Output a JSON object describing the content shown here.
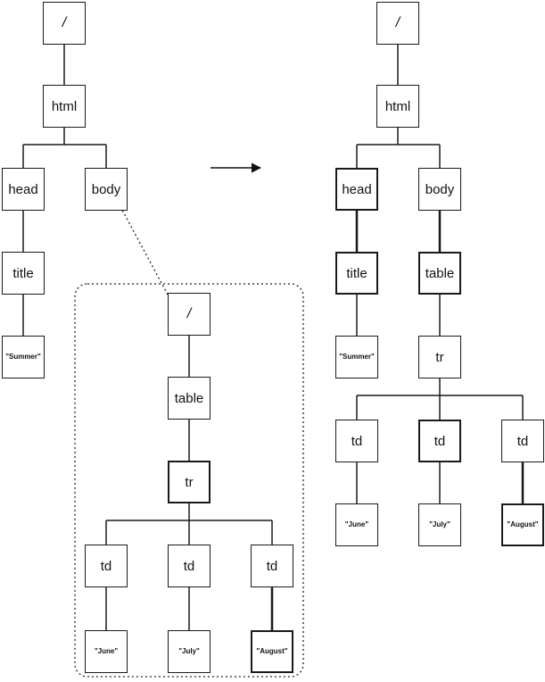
{
  "left_tree": {
    "root": "/",
    "html": "html",
    "head": "head",
    "body": "body",
    "title": "title",
    "summer": "\"Summer\""
  },
  "fragment_tree": {
    "root": "/",
    "table": "table",
    "tr": "tr",
    "td1": "td",
    "td2": "td",
    "td3": "td",
    "june": "\"June\"",
    "july": "\"July\"",
    "august": "\"August\""
  },
  "right_tree": {
    "root": "/",
    "html": "html",
    "head": "head",
    "body": "body",
    "title": "title",
    "table": "table",
    "summer": "\"Summer\"",
    "tr": "tr",
    "td1": "td",
    "td2": "td",
    "td3": "td",
    "june": "\"June\"",
    "july": "\"July\"",
    "august": "\"August\""
  }
}
